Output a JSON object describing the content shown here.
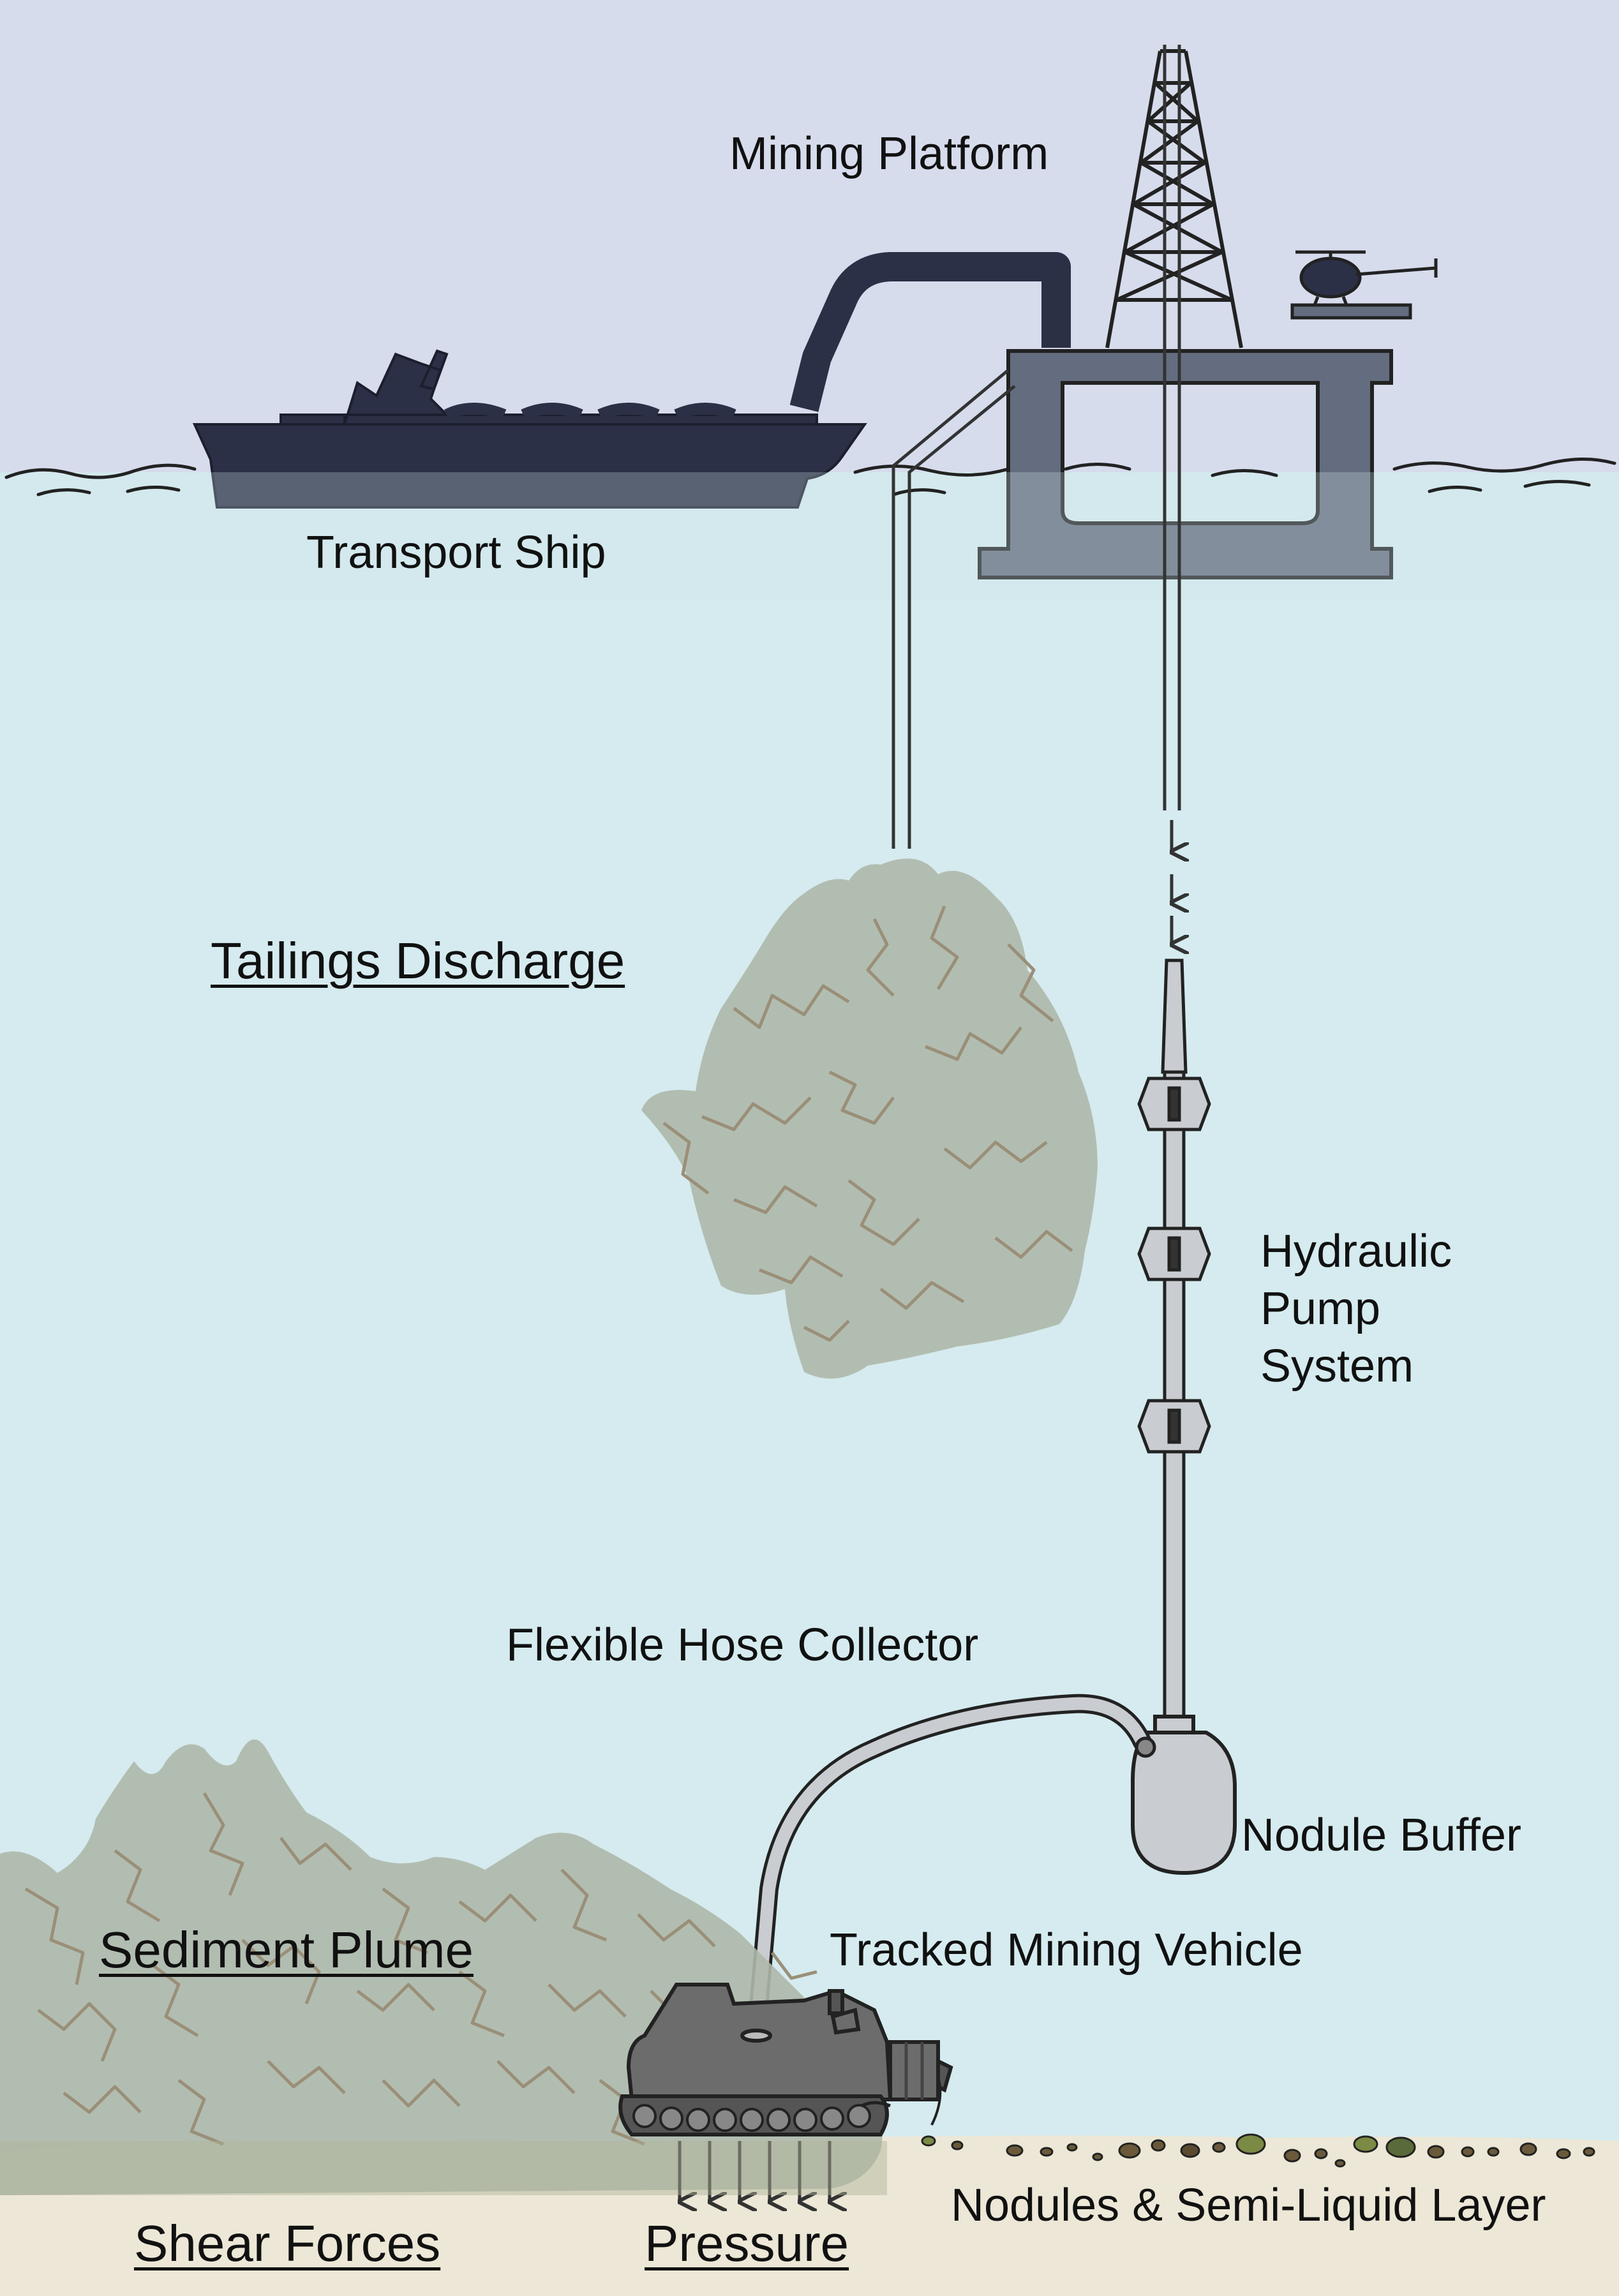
{
  "labels": {
    "mining_platform": "Mining Platform",
    "transport_ship": "Transport Ship",
    "tailings_discharge": "Tailings Discharge",
    "hydraulic_pump_line1": "Hydraulic",
    "hydraulic_pump_line2": "Pump",
    "hydraulic_pump_line3": "System",
    "flexible_hose_collector": "Flexible Hose Collector",
    "nodule_buffer": "Nodule Buffer",
    "sediment_plume": "Sediment Plume",
    "tracked_mining_vehicle": "Tracked Mining Vehicle",
    "nodules_layer": "Nodules & Semi-Liquid Layer",
    "shear_forces": "Shear Forces",
    "pressure": "Pressure"
  },
  "colors": {
    "sky": "#d6dcec",
    "water": "#d5ebef",
    "seabed": "#ece7d6",
    "ship": "#2b3046",
    "platform": "#646d7f",
    "plume": "#aeb8aa",
    "vehicle": "#6c6c6c"
  }
}
